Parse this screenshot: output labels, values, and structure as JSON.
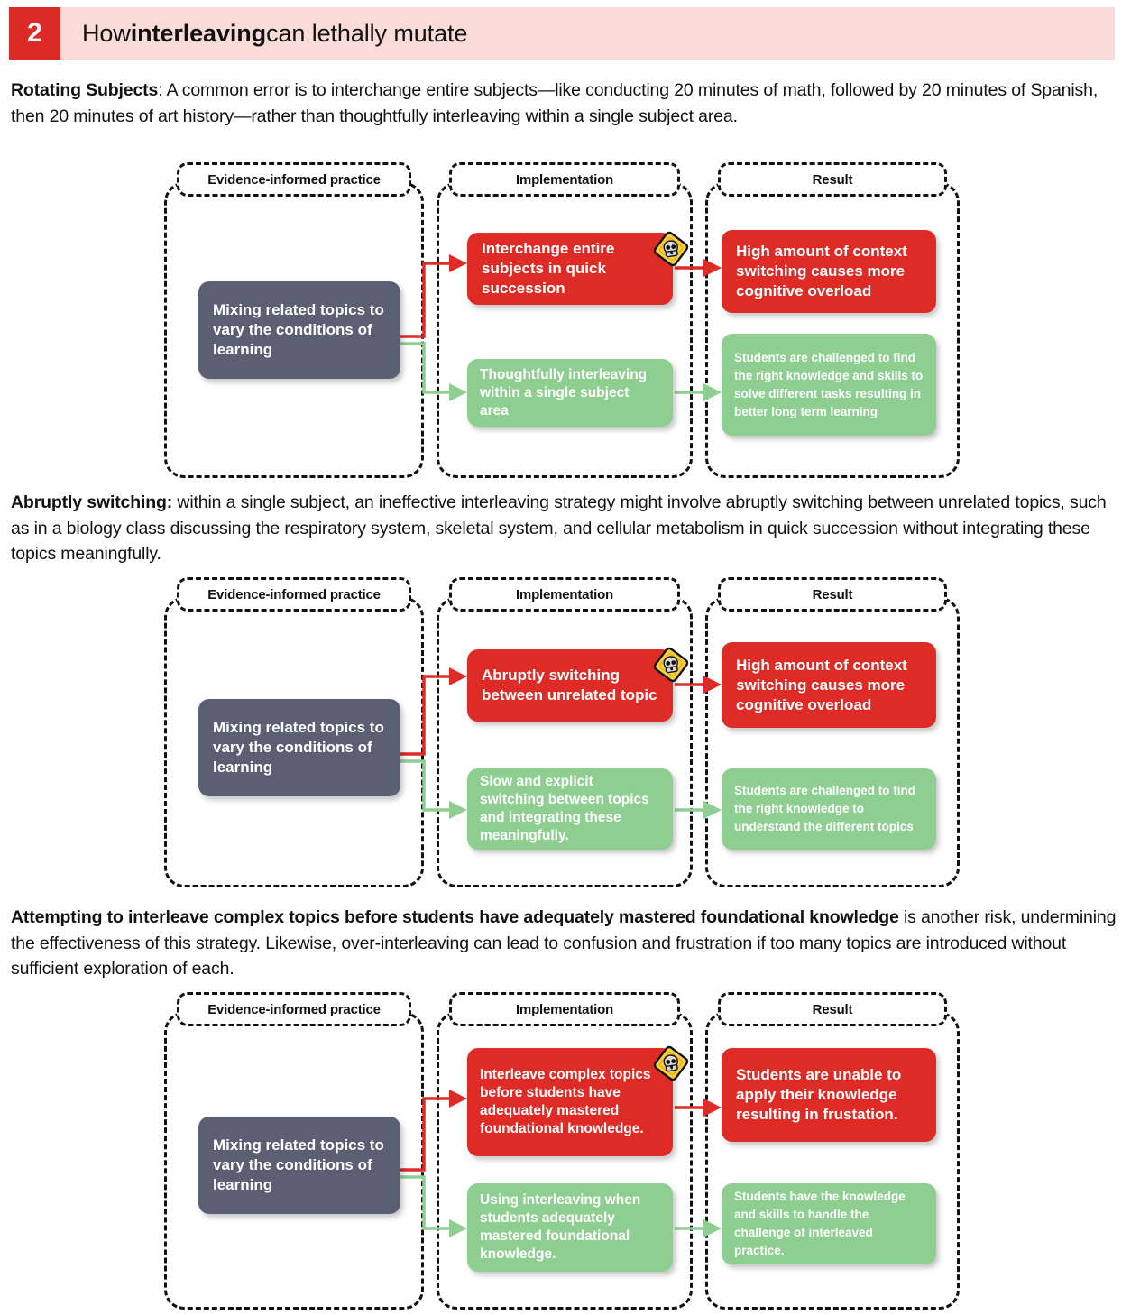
{
  "header": {
    "number": "2",
    "title_pre": "How ",
    "title_bold": "interleaving",
    "title_post": " can lethally mutate",
    "accent_red": "#DC2A26",
    "accent_pink": "#FADBD8"
  },
  "colors": {
    "red": "#DE2B26",
    "green": "#8ECF91",
    "gray": "#5B5F73",
    "dashed": "#111111",
    "warning_yellow": "#F7D046"
  },
  "lane_labels": {
    "practice": "Evidence-informed practice",
    "implementation": "Implementation",
    "result": "Result"
  },
  "sections": [
    {
      "paragraph_bold": "Rotating Subjects",
      "paragraph_rest": ": A common error is to interchange entire subjects—like conducting 20 minutes of math, followed by 20 minutes of Spanish, then 20 minutes of art history—rather than thoughtfully interleaving within a single subject area.",
      "practice": "Mixing related topics to vary the conditions of learning",
      "bad_implementation": "Interchange entire subjects in quick succession",
      "bad_result": "High amount of context switching causes more cognitive overload",
      "good_implementation": "Thoughtfully interleaving within a single subject area",
      "good_result": "Students are challenged to find the right knowledge and skills to solve different tasks resulting in better long term learning"
    },
    {
      "paragraph_bold": "Abruptly switching:",
      "paragraph_rest": " within a single subject, an ineffective interleaving strategy might involve abruptly switching between unrelated topics, such as in a biology class discussing the respiratory system, skeletal system, and cellular metabolism in quick succession without integrating these topics meaningfully.",
      "practice": "Mixing related topics to vary the conditions of learning",
      "bad_implementation": "Abruptly switching between unrelated topic",
      "bad_result": "High amount of context switching causes more cognitive overload",
      "good_implementation": "Slow and explicit switching between topics and integrating these meaningfully.",
      "good_result": "Students are challenged to find the right knowledge to understand the different topics"
    },
    {
      "paragraph_bold": "Attempting to interleave complex topics before students have adequately mastered foundational knowledge",
      "paragraph_rest": " is another risk, undermining the effectiveness of this strategy. Likewise, over-interleaving can lead to confusion and frustration if too many topics are introduced without sufficient exploration of each.",
      "practice": "Mixing related topics to vary the conditions of learning",
      "bad_implementation": "Interleave complex topics before students have adequately mastered foundational knowledge.",
      "bad_result": "Students are unable to apply their knowledge resulting in frustation.",
      "good_implementation": "Using interleaving when students adequately mastered foundational knowledge.",
      "good_result": "Students have the knowledge and skills to handle the challenge of interleaved practice."
    }
  ]
}
